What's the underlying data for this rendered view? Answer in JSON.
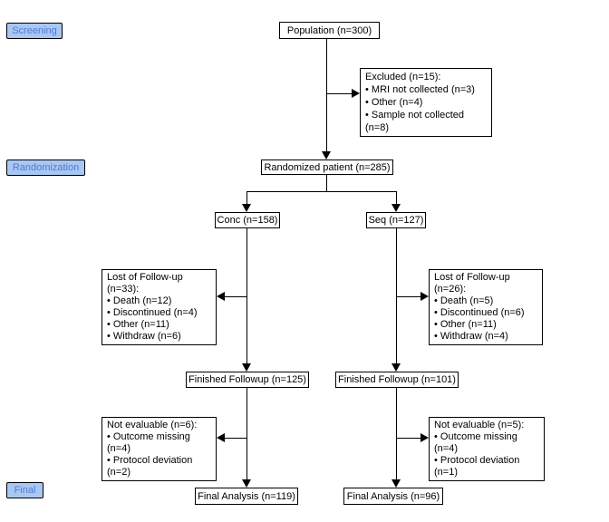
{
  "stages": {
    "screening": "Screening",
    "randomization": "Randomization",
    "final": "Final"
  },
  "nodes": {
    "population": {
      "label": "Population (n=300)"
    },
    "excluded": {
      "title": "Excluded (n=15):",
      "items": [
        "MRI not collected (n=3)",
        "Other (n=4)",
        "Sample not collected (n=8)"
      ]
    },
    "randomized": {
      "label": "Randomized patient (n=285)"
    },
    "conc": {
      "label": "Conc (n=158)"
    },
    "seq": {
      "label": "Seq (n=127)"
    },
    "lost_conc": {
      "title": "Lost of Follow-up (n=33):",
      "items": [
        "Death (n=12)",
        "Discontinued (n=4)",
        "Other (n=11)",
        "Withdraw (n=6)"
      ]
    },
    "lost_seq": {
      "title": "Lost of Follow-up (n=26):",
      "items": [
        "Death (n=5)",
        "Discontinued (n=6)",
        "Other (n=11)",
        "Withdraw (n=4)"
      ]
    },
    "finished_conc": {
      "label": "Finished Followup (n=125)"
    },
    "finished_seq": {
      "label": "Finished Followup (n=101)"
    },
    "not_evaluable_conc": {
      "title": "Not evaluable (n=6):",
      "items": [
        "Outcome missing (n=4)",
        "Protocol deviation (n=2)"
      ]
    },
    "not_evaluable_seq": {
      "title": "Not evaluable (n=5):",
      "items": [
        "Outcome missing (n=4)",
        "Protocol deviation (n=1)"
      ]
    },
    "final_conc": {
      "label": "Final Analysis (n=119)"
    },
    "final_seq": {
      "label": "Final Analysis (n=96)"
    }
  },
  "colors": {
    "background": "#ffffff",
    "box_border": "#000000",
    "box_fill": "#ffffff",
    "line": "#000000",
    "stage_label_bg": "#a9c7f3",
    "stage_label_text": "#4e7cd3",
    "text": "#000000"
  }
}
